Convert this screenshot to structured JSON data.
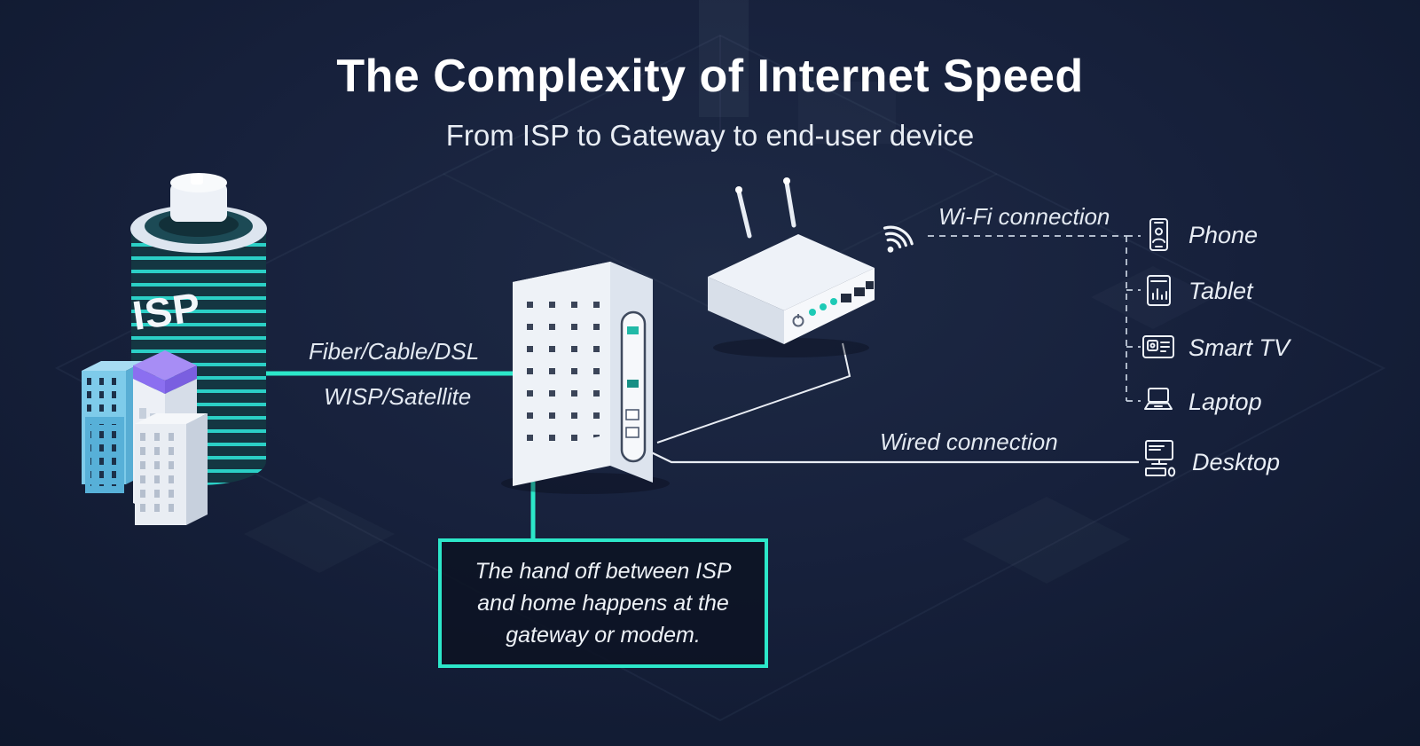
{
  "title": "The Complexity of Internet Speed",
  "subtitle": "From ISP to Gateway to end-user device",
  "colors": {
    "background": "#15203a",
    "accent_teal": "#2ce7c9",
    "text": "#ffffff",
    "muted_text": "#e3e9f1",
    "purple_accent": "#9b7ff2",
    "blue_accent": "#7ecbea"
  },
  "isp_building": {
    "label": "ISP"
  },
  "isp_link": {
    "label_line1": "Fiber/Cable/DSL",
    "label_line2": "WISP/Satellite"
  },
  "wifi_connection": {
    "label": "Wi-Fi connection"
  },
  "wired_connection": {
    "label": "Wired connection"
  },
  "devices": [
    {
      "id": "phone",
      "label": "Phone",
      "connection": "wifi"
    },
    {
      "id": "tablet",
      "label": "Tablet",
      "connection": "wifi"
    },
    {
      "id": "smart-tv",
      "label": "Smart TV",
      "connection": "wifi"
    },
    {
      "id": "laptop",
      "label": "Laptop",
      "connection": "wifi"
    },
    {
      "id": "desktop",
      "label": "Desktop",
      "connection": "wired"
    }
  ],
  "callout": {
    "lines": [
      "The hand off between ISP",
      "and home happens at the",
      "gateway or modem."
    ]
  }
}
